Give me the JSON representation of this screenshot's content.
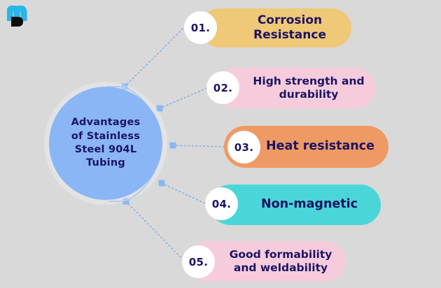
{
  "background_color": "#d9d9d9",
  "logo": {
    "name": "brand-logo",
    "mark_color": "#29b6e8",
    "letter_color": "#0d0d0d"
  },
  "hub": {
    "text": "Advantages\nof Stainless\nSteel 904L\nTubing",
    "fill_color": "#8ab6f5",
    "text_color": "#1b1464"
  },
  "connectors": {
    "line_color": "#7aa8e0",
    "node_color": "#8ab6f5",
    "style": "dotted"
  },
  "items": [
    {
      "number": "01.",
      "label": "Corrosion Resistance",
      "color": "#efc878"
    },
    {
      "number": "02.",
      "label": "High strength and\ndurability",
      "color": "#f6ccdd"
    },
    {
      "number": "03.",
      "label": "Heat resistance",
      "color": "#ef9a64"
    },
    {
      "number": "04.",
      "label": "Non-magnetic",
      "color": "#4ad6d8"
    },
    {
      "number": "05.",
      "label": "Good formability\nand weldability",
      "color": "#f6ccdd"
    }
  ]
}
